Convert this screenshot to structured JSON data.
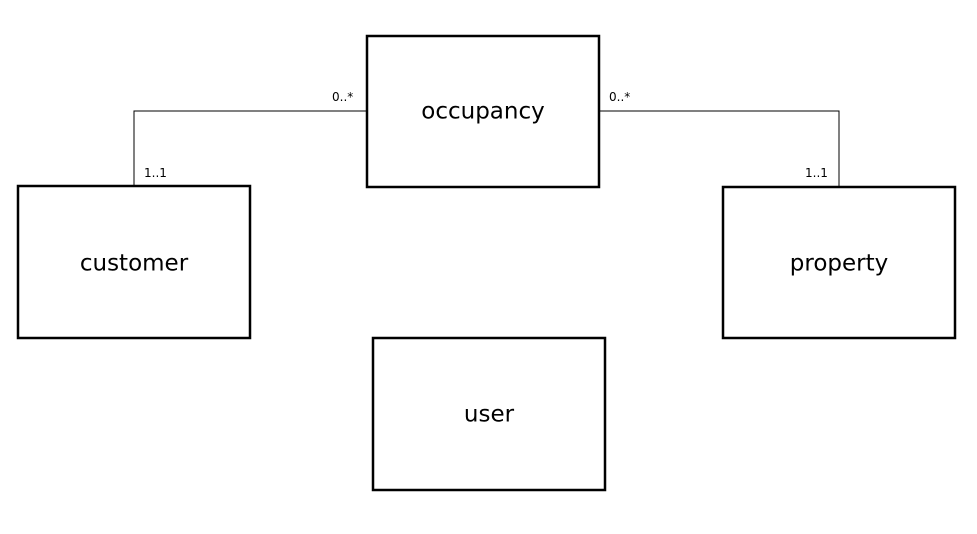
{
  "entities": {
    "occupancy": "occupancy",
    "customer": "customer",
    "property": "property",
    "user": "user"
  },
  "relationships": {
    "customer_occupancy": {
      "occupancy_end": "0..*",
      "customer_end": "1..1"
    },
    "property_occupancy": {
      "occupancy_end": "0..*",
      "property_end": "1..1"
    }
  }
}
